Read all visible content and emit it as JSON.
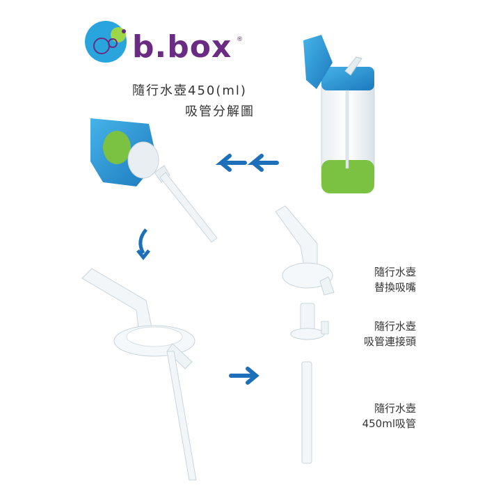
{
  "brand": {
    "logo_text": "b.box",
    "registered_mark": "®"
  },
  "heading": {
    "line1": "隨行水壺450(ml)",
    "line2": "吸管分解圖"
  },
  "parts": [
    {
      "line1": "隨行水壺",
      "line2": "替換吸嘴"
    },
    {
      "line1": "隨行水壺",
      "line2": "吸管連接頭"
    },
    {
      "line1": "隨行水壺",
      "line2": "450ml吸管"
    }
  ],
  "colors": {
    "brand_purple": "#6a2c82",
    "lid_blue": "#2a8fd0",
    "base_green": "#7bc142",
    "arrow_blue": "#1c6fb8"
  }
}
